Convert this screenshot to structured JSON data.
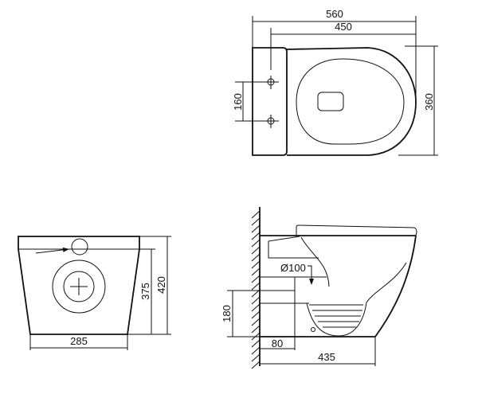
{
  "top_view": {
    "overall_length": "560",
    "bowl_length": "450",
    "mount_hole_spacing": "160",
    "width": "360"
  },
  "front_view": {
    "base_width": "285",
    "inner_height": "375",
    "overall_height": "420"
  },
  "side_view": {
    "outlet_diameter": "Ø100",
    "outlet_height": "180",
    "outlet_offset": "80",
    "projection": "435"
  }
}
